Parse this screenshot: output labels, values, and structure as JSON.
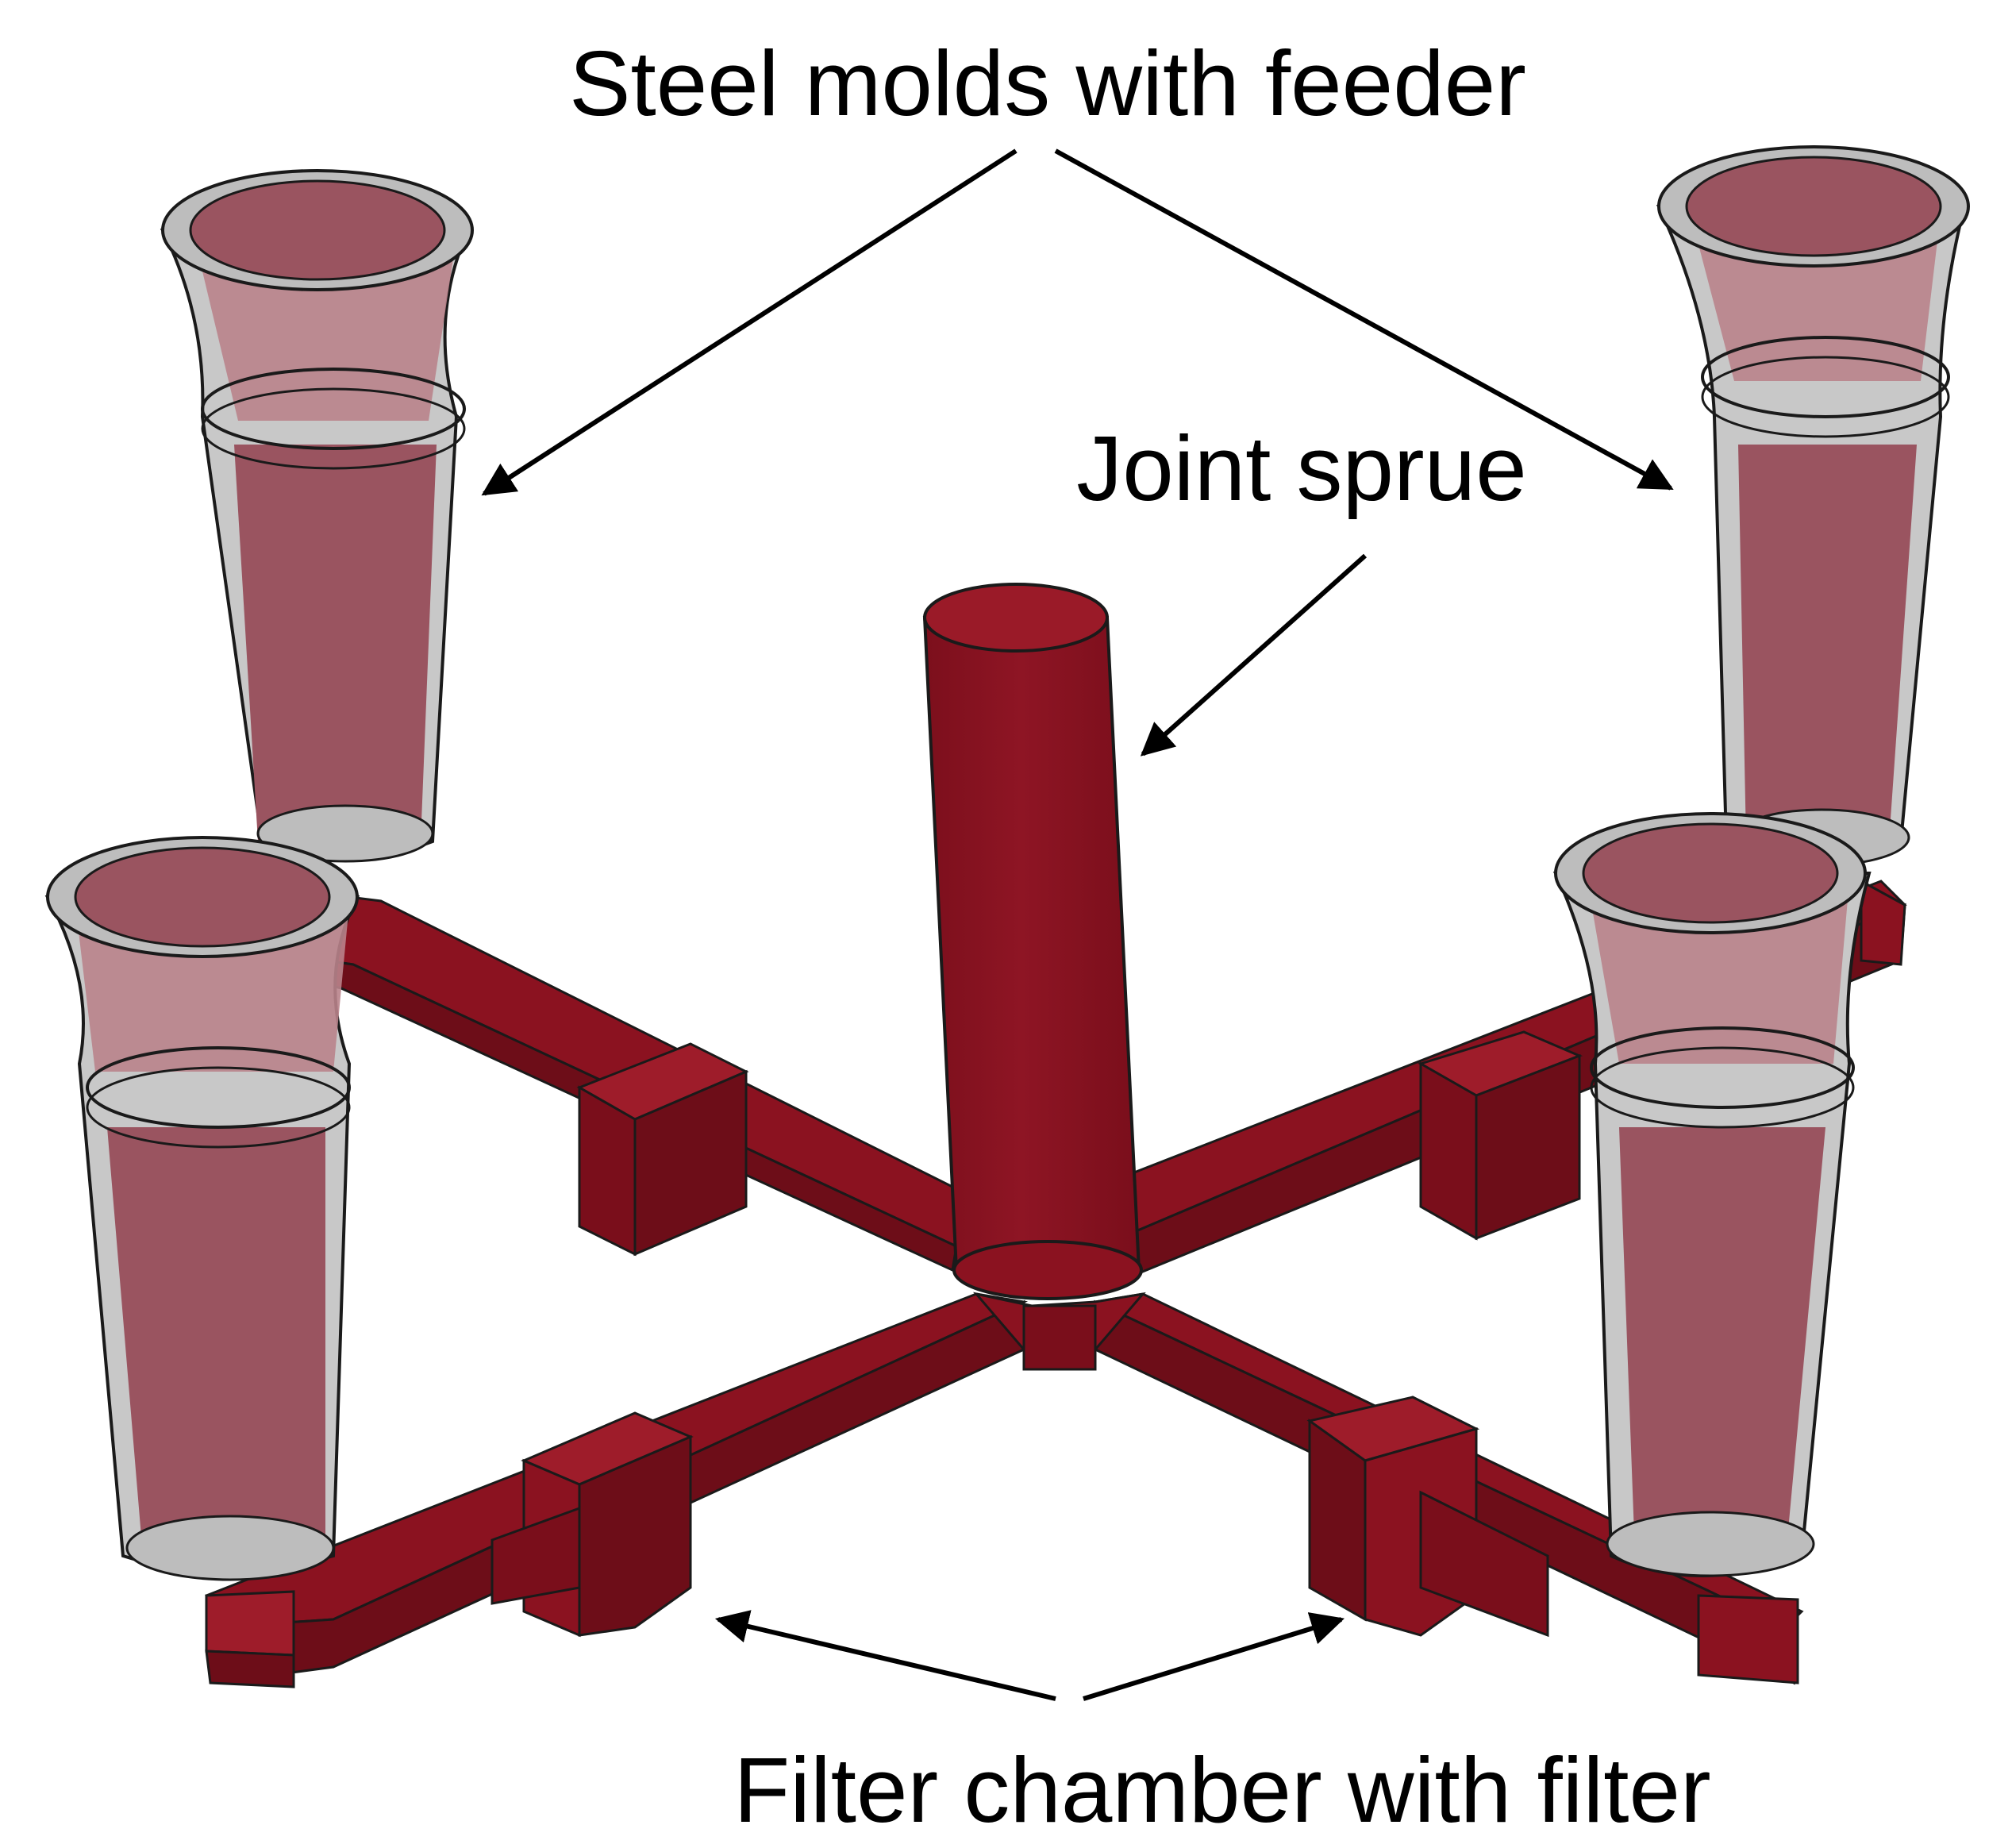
{
  "labels": {
    "molds": "Steel molds with feeder",
    "sprue": "Joint sprue",
    "filter": "Filter chamber with filter"
  },
  "colors": {
    "casting": "#8b1220",
    "casting_shadow": "#6d0d18",
    "casting_light": "#9e1c2a",
    "casting_fill": "#9a5460",
    "mold_shell": "#c9c9c9",
    "mold_glass": "#e6e0e1",
    "outline": "#1a1a1a",
    "arrow": "#000000"
  },
  "icons": {
    "mold": "steel-mold-icon",
    "sprue": "sprue-cylinder-icon",
    "runner": "runner-bar-icon",
    "filter": "filter-chamber-icon",
    "arrow": "arrow-icon"
  }
}
